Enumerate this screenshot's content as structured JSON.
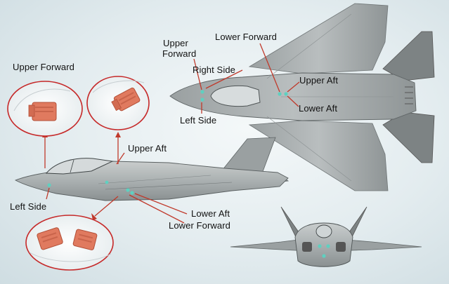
{
  "labels": {
    "upper_forward_inset": "Upper Forward",
    "upper_aft_side": "Upper Aft",
    "left_side_side": "Left Side",
    "lower_aft_side": "Lower Aft",
    "lower_forward_side": "Lower Forward",
    "upper_forward_top_line1": "Upper",
    "upper_forward_top_line2": "Forward",
    "lower_forward_top": "Lower Forward",
    "right_side_top": "Right Side",
    "left_side_top": "Left Side",
    "upper_aft_top": "Upper Aft",
    "lower_aft_top": "Lower Aft"
  },
  "colors": {
    "background": "#e6eef1",
    "aircraft_body": "#b3b8b9",
    "aircraft_dark": "#6f7576",
    "leader_line": "#c0392b",
    "inset_circle": "#c62828",
    "sensor_part": "#e07a5f",
    "sensor_marker": "#5fd0c0"
  },
  "icons": {
    "side_view": "f35-side-view-illustration",
    "top_view": "f35-top-view-illustration",
    "front_view": "f35-front-view-illustration",
    "sensor_window": "sensor-window-icon"
  }
}
